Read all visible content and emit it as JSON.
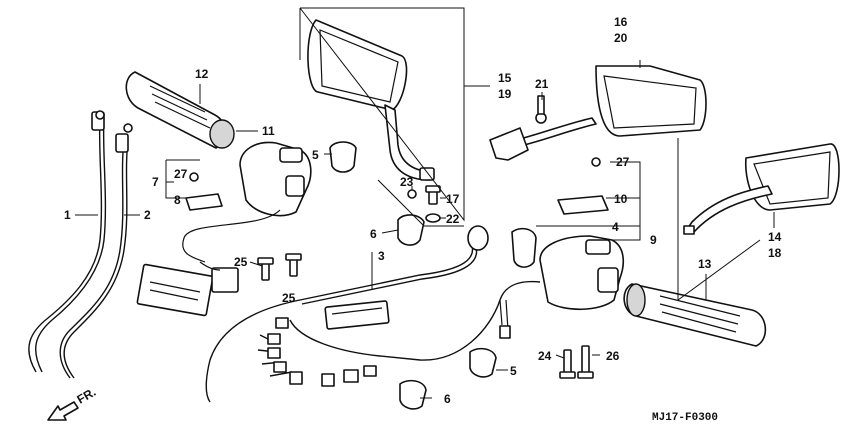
{
  "diagram": {
    "labels": {
      "c1": "1",
      "c2": "2",
      "c3": "3",
      "c4": "4",
      "c5a": "5",
      "c5b": "5",
      "c6a": "6",
      "c6b": "6",
      "c7": "7",
      "c8": "8",
      "c9": "9",
      "c10": "10",
      "c11": "11",
      "c12": "12",
      "c13": "13",
      "c14": "14",
      "c15": "15",
      "c16": "16",
      "c17": "17",
      "c18": "18",
      "c19": "19",
      "c20": "20",
      "c21": "21",
      "c22": "22",
      "c23": "23",
      "c24": "24",
      "c25a": "25",
      "c25b": "25",
      "c26": "26",
      "c27a": "27",
      "c27b": "27"
    },
    "direction_label": "FR.",
    "drawing_code": "MJ17-F0300"
  }
}
